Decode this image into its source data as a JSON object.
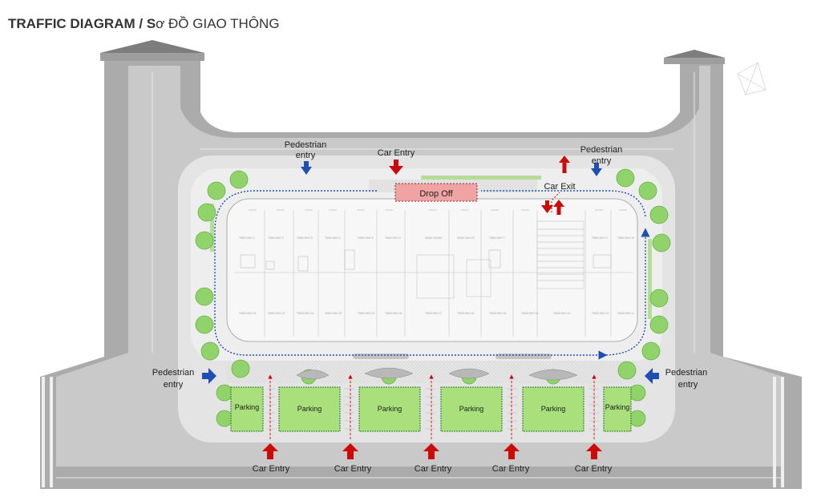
{
  "title": {
    "prefix": "TRAFFIC DIAGRAM / S",
    "suffix": "ơ ĐỒ GIAO THÔNG"
  },
  "labels": {
    "pedestrian_entry_top_left": [
      "Pedestrian",
      "entry"
    ],
    "pedestrian_entry_top_right": [
      "Pedestrian",
      "entry"
    ],
    "pedestrian_entry_left": [
      "Pedestrian",
      "entry"
    ],
    "pedestrian_entry_right": [
      "Pedestrian",
      "entry"
    ],
    "car_entry_top": "Car Entry",
    "car_exit": "Car Exit",
    "drop_off": "Drop Off",
    "parking": [
      "Parking",
      "Parking",
      "Parking",
      "Parking",
      "Parking",
      "Parking"
    ],
    "car_entry_bottom": [
      "Car Entry",
      "Car Entry",
      "Car Entry",
      "Car Entry",
      "Car Entry"
    ]
  },
  "colors": {
    "road": "#a9a9a9",
    "road_light": "#c9c9c9",
    "sidewalk": "#dcdcdc",
    "car_arrow": "#cc0a0a",
    "pedestrian_arrow": "#1f4fb3",
    "circulation_line": "#1f4fb3",
    "parking_fill": "#a9e07c",
    "parking_stroke": "#2f7a2a",
    "tree": "#8fd36a",
    "drop_off_fill": "#efa3a3",
    "building": "#f7f7f7"
  }
}
